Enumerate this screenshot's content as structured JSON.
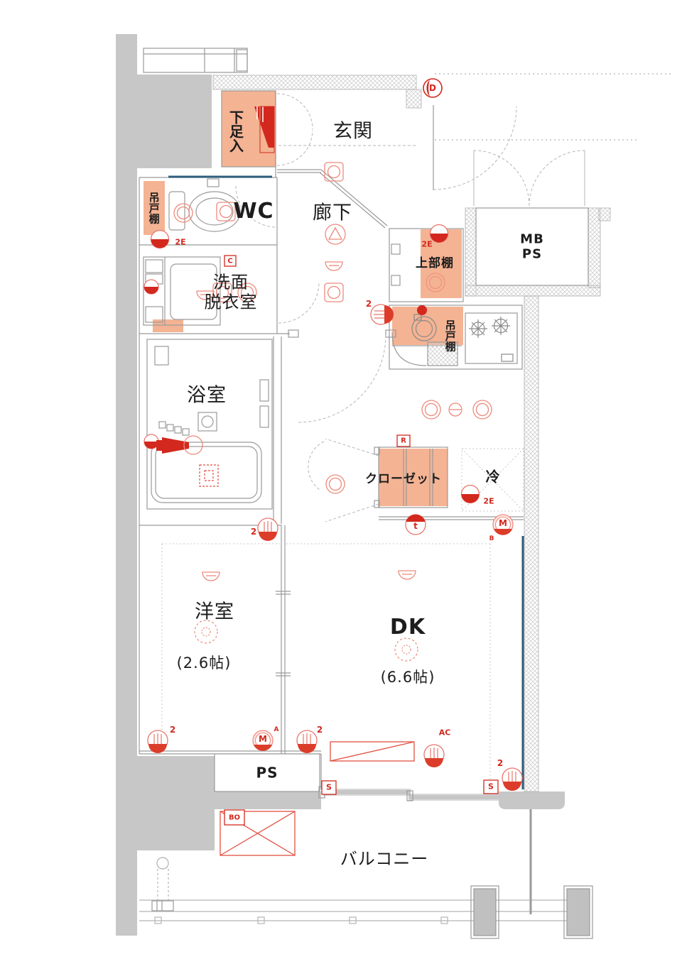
{
  "colors": {
    "cabinet_fill": "#f4b393",
    "symbol_red": "#d3281e",
    "symbol_red_light": "#ee8a7c",
    "wall_gray": "#9a9a9a",
    "concrete_gray": "#c7c7c7",
    "window_blue": "#2e5d7d"
  },
  "rooms": {
    "genkan": "玄関",
    "shoebox": "下足入",
    "wc": "WC",
    "wc_cabinet": "吊戸棚",
    "hall": "廊下",
    "washroom_line1": "洗面",
    "washroom_line2": "脱衣室",
    "bath": "浴室",
    "upper_shelf": "上部棚",
    "mb": "MB",
    "ps_shaft": "PS",
    "kitchen_cabinet": "吊戸棚",
    "closet": "クローゼット",
    "fridge": "冷",
    "western": "洋室",
    "western_size": "(2.6帖)",
    "dk": "DK",
    "dk_size": "(6.6帖)",
    "ps": "PS",
    "balcony": "バルコニー"
  },
  "marks": {
    "d": "D",
    "e2": "2E",
    "c": "C",
    "r": "R",
    "t": "t",
    "m": "M",
    "b": "B",
    "a": "A",
    "ac": "AC",
    "s": "S",
    "bo": "BO",
    "two": "2"
  }
}
